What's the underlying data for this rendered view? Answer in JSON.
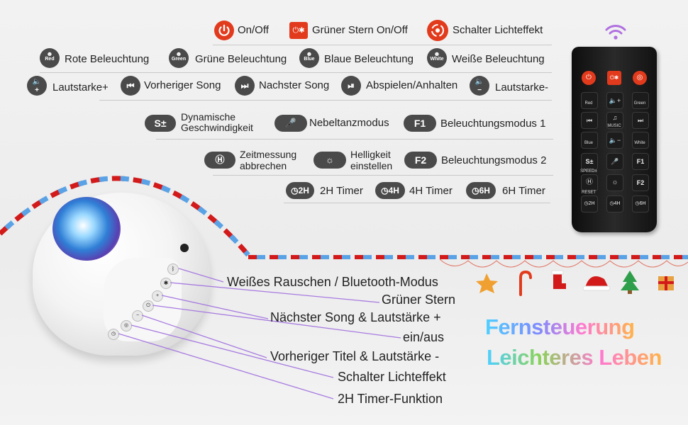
{
  "legend": {
    "row1": [
      {
        "icon": "power-icon",
        "label": "On/Off"
      },
      {
        "icon": "green-star-icon",
        "label": "Grüner Stern On/Off"
      },
      {
        "icon": "light-effect-icon",
        "label": "Schalter Lichteffekt"
      }
    ],
    "row2": [
      {
        "icon": "red-light-icon",
        "tag": "Red",
        "label": "Rote Beleuchtung"
      },
      {
        "icon": "green-light-icon",
        "tag": "Green",
        "label": "Grüne Beleuchtung"
      },
      {
        "icon": "blue-light-icon",
        "tag": "Blue",
        "label": "Blaue Beleuchtung"
      },
      {
        "icon": "white-light-icon",
        "tag": "White",
        "label": "Weiße Beleuchtung"
      }
    ],
    "row3": [
      {
        "icon": "volume-up-icon",
        "label": "Lautstarke+"
      },
      {
        "icon": "previous-icon",
        "label": "Vorheriger Song"
      },
      {
        "icon": "next-icon",
        "label": "Nachster Song"
      },
      {
        "icon": "play-pause-icon",
        "label": "Abspielen/Anhalten"
      },
      {
        "icon": "volume-down-icon",
        "label": "Lautstarke-"
      }
    ],
    "row4": [
      {
        "icon": "speed-icon",
        "pill": "S±",
        "label_l1": "Dynamische",
        "label_l2": "Geschwindigkeit"
      },
      {
        "icon": "nebula-icon",
        "label": "Nebeltanzmodus"
      },
      {
        "icon": "f1-icon",
        "pill": "F1",
        "label": "Beleuchtungsmodus 1"
      }
    ],
    "row5": [
      {
        "icon": "timer-cancel-icon",
        "label_l1": "Zeitmessung",
        "label_l2": "abbrechen"
      },
      {
        "icon": "brightness-icon",
        "label_l1": "Helligkeit",
        "label_l2": "einstellen"
      },
      {
        "icon": "f2-icon",
        "pill": "F2",
        "label": "Beleuchtungsmodus 2"
      }
    ],
    "row6": [
      {
        "icon": "timer-2h-icon",
        "pill": "2H",
        "label": "2H Timer"
      },
      {
        "icon": "timer-4h-icon",
        "pill": "4H",
        "label": "4H Timer"
      },
      {
        "icon": "timer-6h-icon",
        "pill": "6H",
        "label": "6H Timer"
      }
    ]
  },
  "callouts": [
    "Weißes Rauschen / Bluetooth-Modus",
    "Grüner Stern",
    "Nächster Song & Lautstärke +",
    "ein/aus",
    "Vorheriger Titel & Lautstärke -",
    "Schalter Lichteffekt",
    "2H Timer-Funktion"
  ],
  "remote": {
    "tags": {
      "red": "Red",
      "green": "Green",
      "blue": "Blue",
      "white": "White",
      "music": "MUSIC",
      "speed": "SPEED±",
      "reset": "RESET",
      "s": "S±",
      "f1": "F1",
      "f2": "F2",
      "h2": "2H",
      "h4": "4H",
      "h6": "6H"
    }
  },
  "headline": {
    "line1": "Fernsteuerung",
    "line2": "Leichteres Leben"
  },
  "colors": {
    "accent_red": "#e23a1c",
    "icon_dark": "#4a4a4a",
    "stripe_red": "#d21a1a",
    "stripe_blue": "#5aa2e6",
    "wifi": "#b070e0"
  }
}
